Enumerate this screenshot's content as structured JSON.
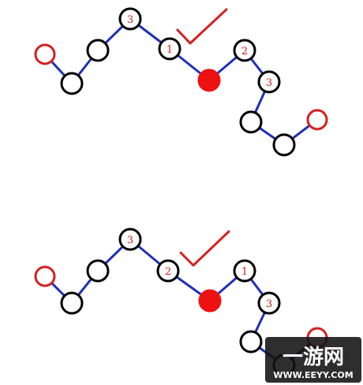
{
  "colors": {
    "line": "#1f2fb8",
    "node_stroke": "#000000",
    "node_fill": "#ffffff",
    "endpoint": "#d42020",
    "current": "#ee1111",
    "label": "#cc1f1f",
    "check": "#d42020",
    "watermark_bg": "#111111",
    "watermark_text": "#ffffff"
  },
  "puzzles": [
    {
      "node_labels": [
        "",
        "",
        "",
        "3",
        "",
        "1",
        "",
        "2",
        "3",
        "",
        "",
        ""
      ],
      "check_icon": "checkmark-icon"
    },
    {
      "node_labels": [
        "",
        "",
        "",
        "3",
        "",
        "2",
        "",
        "1",
        "3",
        "",
        "",
        ""
      ],
      "check_icon": "checkmark-icon"
    }
  ],
  "watermark": {
    "logo_text": "一游网",
    "url_text": "WWW.EEYY.COM"
  }
}
